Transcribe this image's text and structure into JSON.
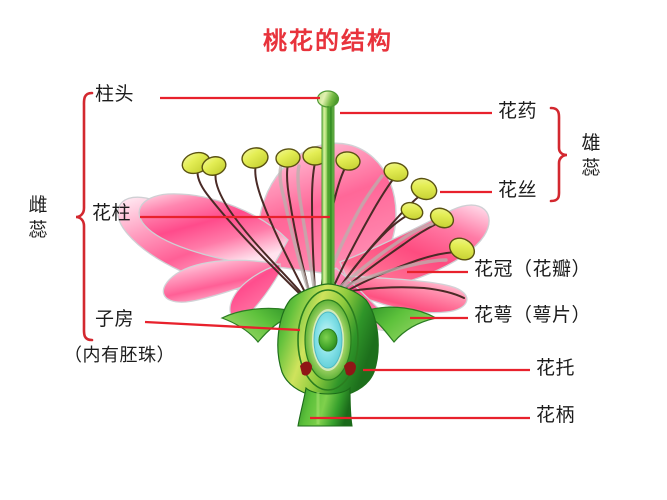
{
  "title": {
    "text": "桃花的结构",
    "color": "#e8333c"
  },
  "leader_color": "#e8212c",
  "brace_color": "#d3282f",
  "groups": [
    {
      "id": "pistil",
      "label": "雌蕊",
      "side": "left"
    },
    {
      "id": "stamen",
      "label": "雄蕊",
      "side": "right"
    }
  ],
  "labels": {
    "stigma": "柱头",
    "style": "花柱",
    "ovary": "子房",
    "ovary_note": "（内有胚珠）",
    "anther": "花药",
    "filament": "花丝",
    "corolla": "花冠（花瓣）",
    "calyx": "花萼（萼片）",
    "receptacle": "花托",
    "pedicel": "花柄"
  },
  "colors": {
    "petal_pink": "#ff4f8e",
    "petal_light": "#ffc9dd",
    "anther_yellow": "#e2ec58",
    "filament_brown": "#4a2a26",
    "pistil_green": "#57b837",
    "sepal_green": "#46b034",
    "ovule_cyan": "#7fe3e8",
    "background": "#ffffff"
  }
}
